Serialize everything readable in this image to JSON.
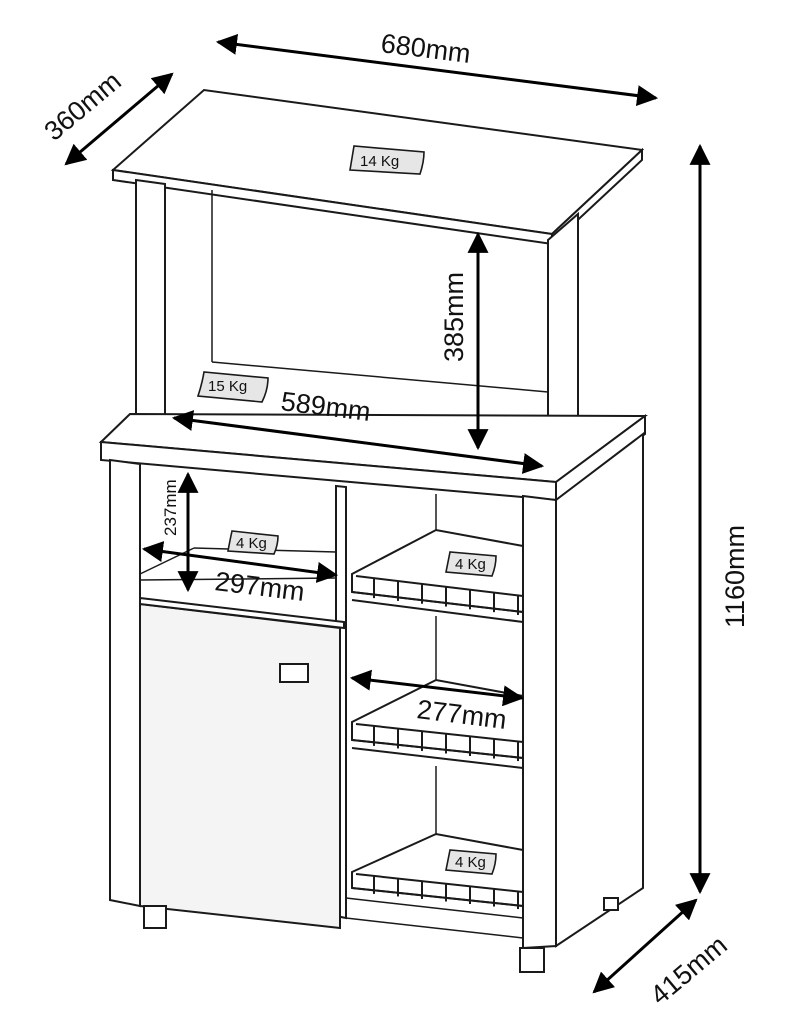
{
  "dimensions": {
    "width": "680mm",
    "depth_top": "360mm",
    "height": "1160mm",
    "depth_base": "415mm",
    "microwave_height": "385mm",
    "microwave_width": "589mm",
    "cubby_height": "237mm",
    "cubby_width": "297mm",
    "rack_width": "277mm"
  },
  "loads": {
    "top": "14 Kg",
    "microwave_shelf": "15 Kg",
    "cubby": "4 Kg",
    "rack_upper": "4 Kg",
    "rack_lower": "4 Kg"
  }
}
